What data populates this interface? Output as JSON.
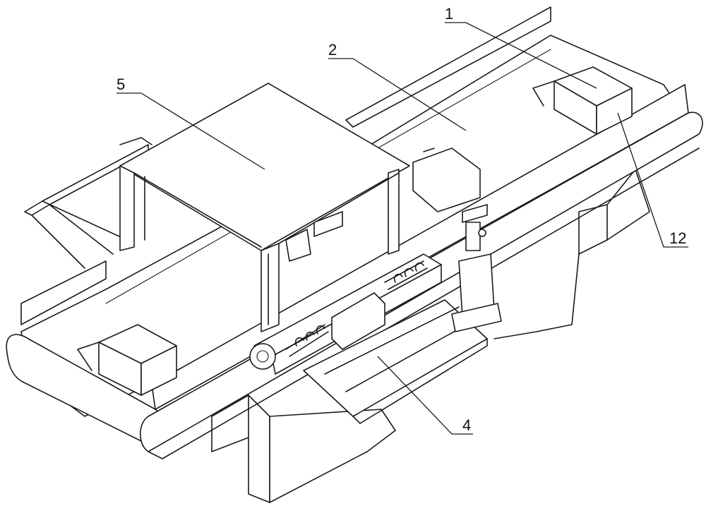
{
  "callouts": [
    {
      "id": "1",
      "label": "1"
    },
    {
      "id": "2",
      "label": "2"
    },
    {
      "id": "5",
      "label": "5"
    },
    {
      "id": "12",
      "label": "12"
    },
    {
      "id": "4",
      "label": "4"
    }
  ]
}
